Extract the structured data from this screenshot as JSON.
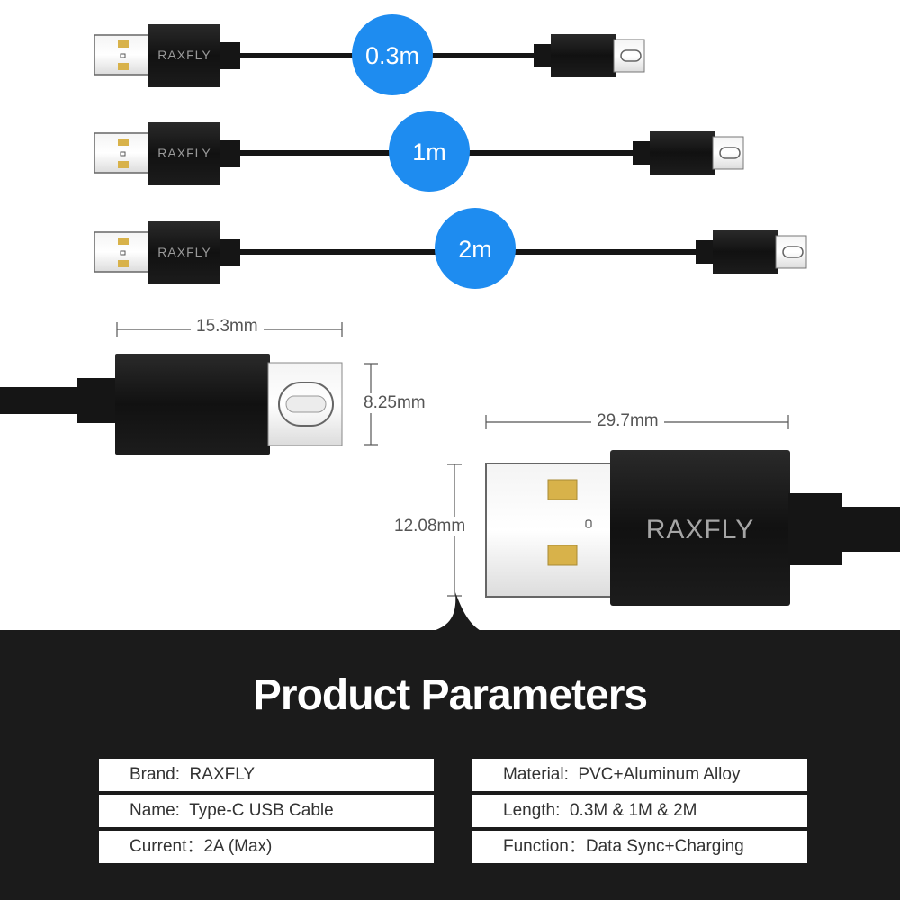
{
  "cables": [
    {
      "length_label": "0.3m"
    },
    {
      "length_label": "1m"
    },
    {
      "length_label": "2m"
    }
  ],
  "brand_logo": "RAXFLY",
  "dimensions": {
    "typec_width": "15.3mm",
    "typec_height": "8.25mm",
    "usba_width": "29.7mm",
    "usba_height": "12.08mm"
  },
  "section_title": "Product Parameters",
  "parameters_left": [
    {
      "key": "Brand:",
      "value": "RAXFLY"
    },
    {
      "key": "Name:",
      "value": "Type-C USB Cable"
    },
    {
      "key": "Current：",
      "value": "2A (Max)"
    }
  ],
  "parameters_right": [
    {
      "key": "Material:",
      "value": "PVC+Aluminum Alloy"
    },
    {
      "key": "Length:",
      "value": "0.3M & 1M & 2M"
    },
    {
      "key": "Function：",
      "value": "Data Sync+Charging"
    }
  ],
  "colors": {
    "badge_blue": "#1e8cf0",
    "cable_black": "#151515",
    "bottom_panel": "#1b1b1b",
    "contact_gold": "#d8b24a"
  },
  "icons": [
    "usb-a-plug-icon",
    "usb-c-plug-icon",
    "cable-icon",
    "dimension-arrow-icon",
    "speech-pointer-icon"
  ]
}
